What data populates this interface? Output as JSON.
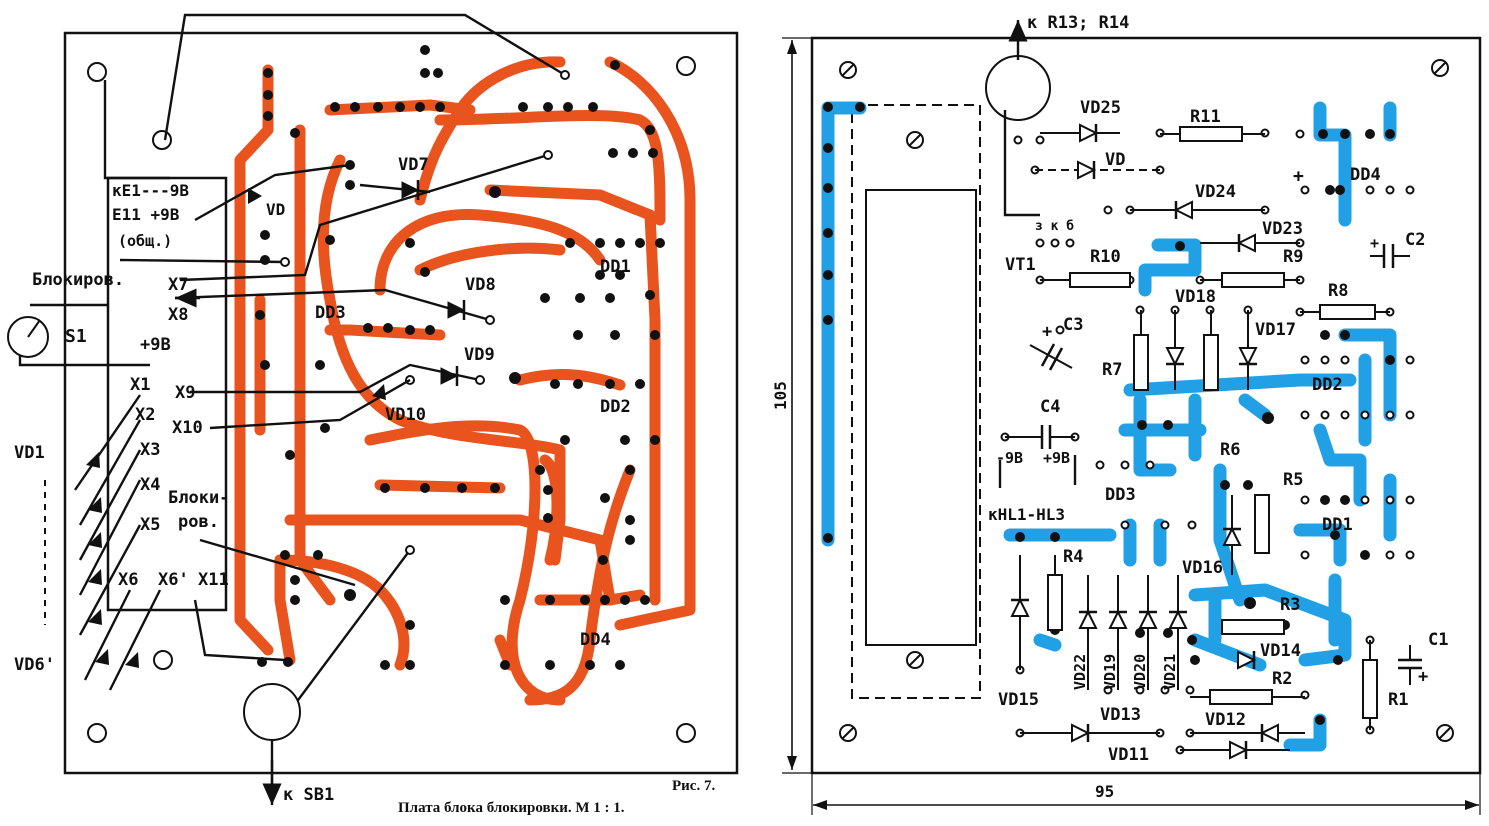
{
  "left_board": {
    "top_labels": {
      "e1": "кЕ1---9В",
      "e11": "Е11 +9В",
      "common": "(общ.)",
      "blokir": "Блокиров.",
      "s1": "S1",
      "plus9": "+9В",
      "vd": "VD",
      "vd7": "VD7",
      "vd8": "VD8",
      "vd9": "VD9",
      "vd10": "VD10",
      "dd1": "DD1",
      "dd2": "DD2",
      "dd3": "DD3",
      "dd4": "DD4",
      "vd1": "VD1",
      "vd6": "VD6'",
      "blokir2a": "Блоки-",
      "blokir2b": "ров.",
      "sb1": "к SB1"
    },
    "x_labels": [
      "X1",
      "X2",
      "X3",
      "X4",
      "X5",
      "X6",
      "X6'",
      "X7",
      "X8",
      "X9",
      "X10",
      "X11"
    ],
    "caption_fig": "Рис. 7.",
    "caption_title": "Плата блока блокировки. М 1 : 1."
  },
  "right_board": {
    "labels": {
      "r13": "к R13; R14",
      "vd25": "VD25",
      "vd": "VD",
      "r11": "R11",
      "dd4": "DD4",
      "plus": "+",
      "vd24": "VD24",
      "vd23": "VD23",
      "c2": "C2",
      "zkb": "з к б",
      "vt1": "VT1",
      "r10": "R10",
      "r9": "R9",
      "vd18": "VD18",
      "r8": "R8",
      "c3": "C3",
      "r7": "R7",
      "vd17": "VD17",
      "dd2": "DD2",
      "c4": "C4",
      "minus9": "-9В",
      "plus9": "+9В",
      "r6": "R6",
      "r5": "R5",
      "dd3": "DD3",
      "khl": "кHL1-HL3",
      "dd1": "DD1",
      "r4": "R4",
      "vd16": "VD16",
      "r3": "R3",
      "vd14": "VD14",
      "c1": "C1",
      "vd22": "VD22",
      "vd19": "VD19",
      "vd20": "VD20",
      "vd21": "VD21",
      "vd15": "VD15",
      "r2": "R2",
      "r1": "R1",
      "vd13": "VD13",
      "vd12": "VD12",
      "vd11": "VD11",
      "dim_h": "105",
      "dim_w": "95"
    }
  },
  "colors": {
    "copper_orange": "#e8531e",
    "copper_blue": "#22a0e6",
    "ink": "#111111"
  }
}
